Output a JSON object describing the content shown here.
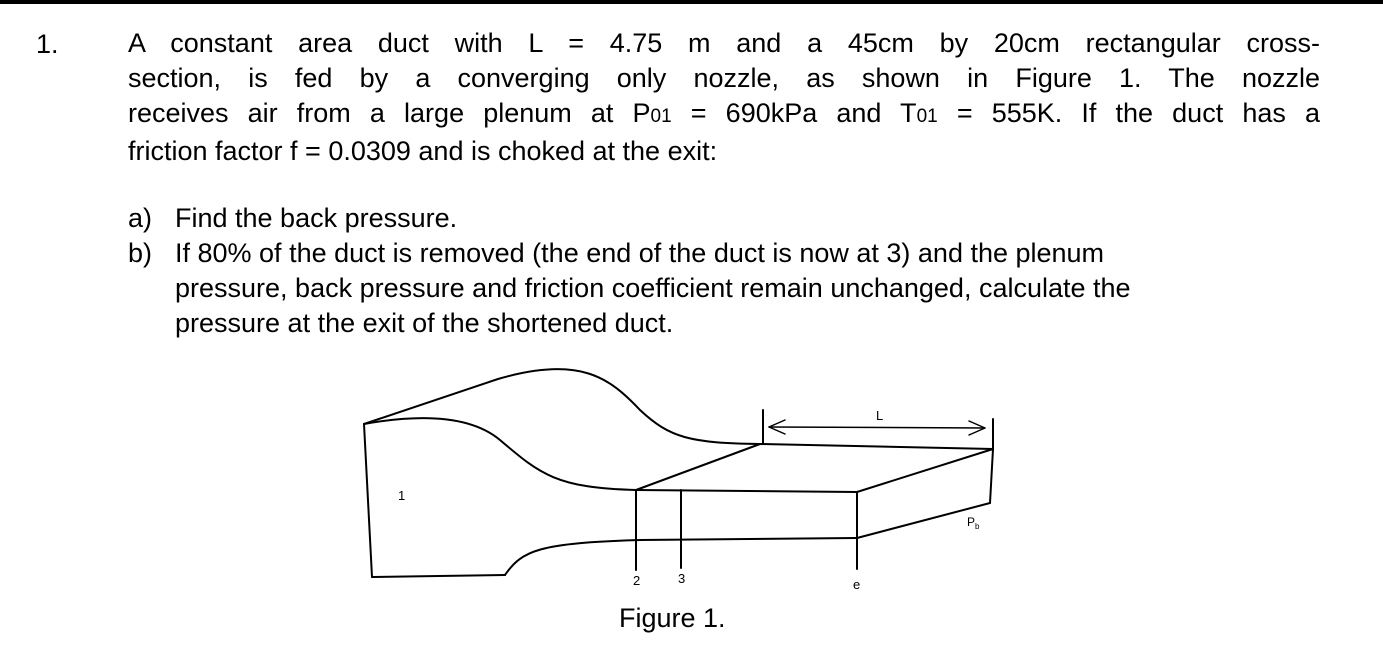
{
  "question": {
    "number": "1.",
    "lines": {
      "l1": "A constant area duct with L = 4.75 m and a 45cm by 20cm rectangular cross-",
      "l2": "section, is fed by a converging only nozzle, as shown in Figure 1. The nozzle",
      "l3_a": "receives air from a large plenum at P",
      "l3_sub1": "01",
      "l3_b": " = 690kPa and T",
      "l3_sub2": "01",
      "l3_c": " = 555K. If the duct has a",
      "l4": "friction factor f = 0.0309 and is choked at the exit:"
    }
  },
  "parts": [
    {
      "label": "a)",
      "lines": [
        "Find the back pressure."
      ]
    },
    {
      "label": "b)",
      "lines": [
        "If 80% of the duct is removed (the end of the duct is now at 3) and the plenum",
        "pressure, back pressure and friction coefficient remain unchanged, calculate the",
        "pressure at the exit of the shortened duct."
      ]
    }
  ],
  "figure": {
    "caption": "Figure 1.",
    "labels": {
      "station_1": "1",
      "station_2": "2",
      "station_3": "3",
      "station_e": "e",
      "length": "L",
      "back_pressure_main": "P",
      "back_pressure_sub": "b"
    }
  }
}
